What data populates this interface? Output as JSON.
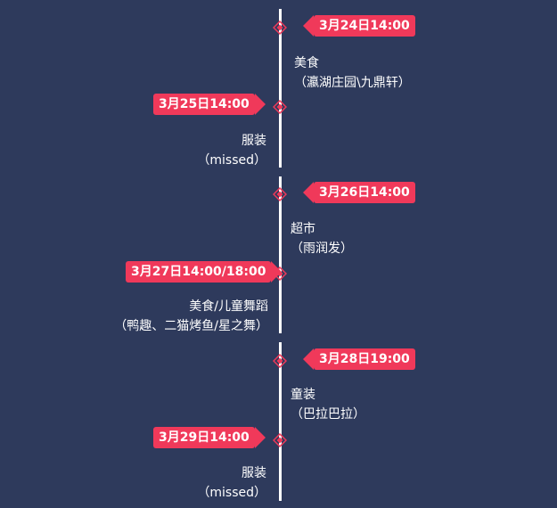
{
  "accent_color": "#f0395a",
  "background_color": "#2e3a5c",
  "events": [
    {
      "date": "3月24日14:00",
      "category": "美食",
      "detail": "（瀛湖庄园\\九鼎轩）"
    },
    {
      "date": "3月25日14:00",
      "category": "服装",
      "detail": "（missed）"
    },
    {
      "date": "3月26日14:00",
      "category": "超市",
      "detail": "（雨润发）"
    },
    {
      "date": "3月27日14:00/18:00",
      "category": "美食/儿童舞蹈",
      "detail": "（鸭趣、二猫烤鱼/星之舞）"
    },
    {
      "date": "3月28日19:00",
      "category": "童装",
      "detail": "（巴拉巴拉）"
    },
    {
      "date": "3月29日14:00",
      "category": "服装",
      "detail": "（missed）"
    }
  ],
  "marker_icon": "diamond-marker-icon"
}
